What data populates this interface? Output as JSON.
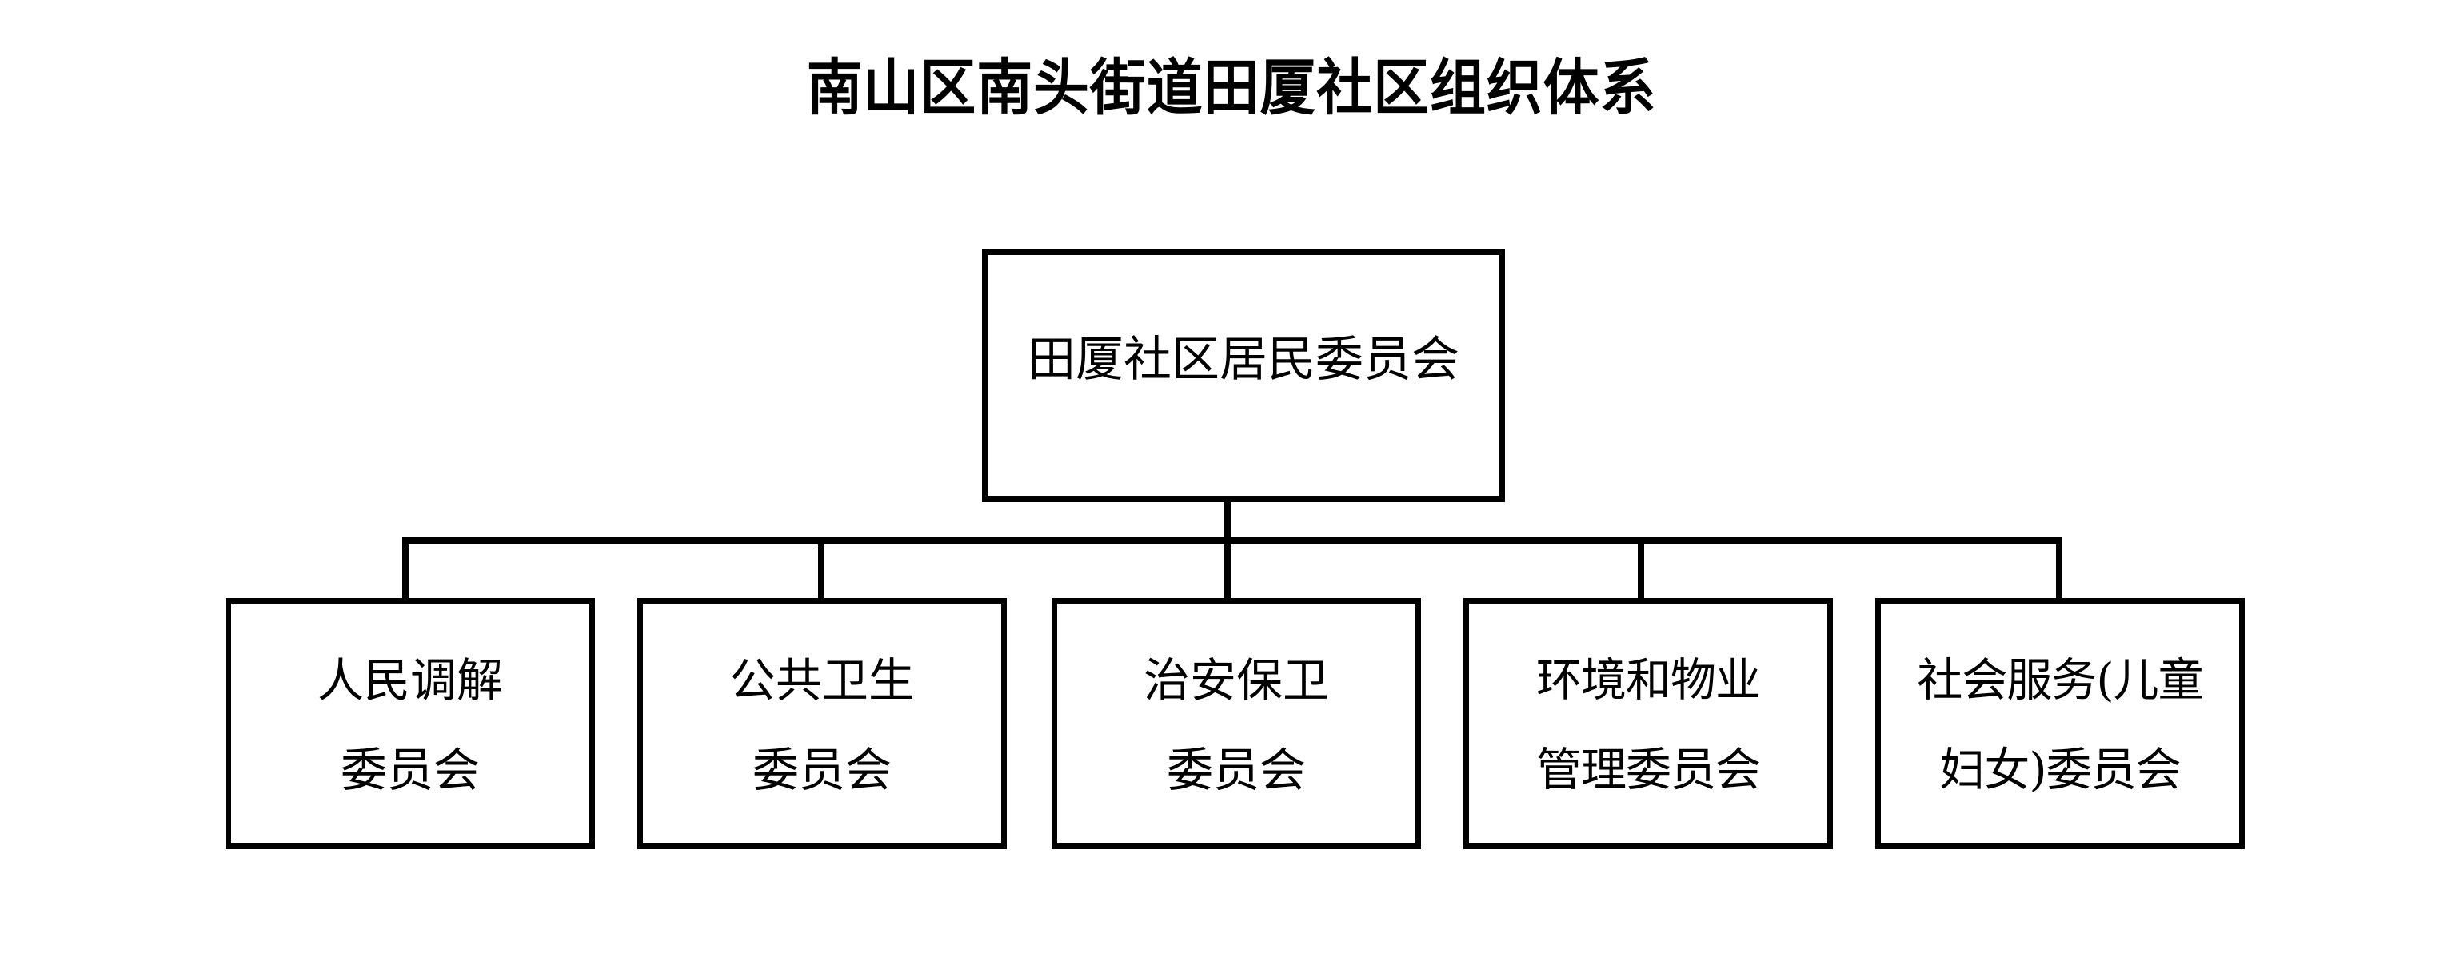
{
  "chart_data": {
    "type": "diagram",
    "diagram_kind": "organization-chart",
    "title": "南山区南头街道田厦社区组织体系",
    "orientation": "top-down",
    "levels": 2,
    "root": {
      "id": "root",
      "label": "田厦社区居民委员会",
      "lines": [
        "田厦社区居民委员会"
      ]
    },
    "children": [
      {
        "id": "c0",
        "label": "人民调解委员会",
        "lines": [
          "人民调解",
          "委员会"
        ]
      },
      {
        "id": "c1",
        "label": "公共卫生委员会",
        "lines": [
          "公共卫生",
          "委员会"
        ]
      },
      {
        "id": "c2",
        "label": "治安保卫委员会",
        "lines": [
          "治安保卫",
          "委员会"
        ]
      },
      {
        "id": "c3",
        "label": "环境和物业管理委员会",
        "lines": [
          "环境和物业",
          "管理委员会"
        ]
      },
      {
        "id": "c4",
        "label": "社会服务(儿童妇女)委员会",
        "lines": [
          "社会服务(儿童",
          "妇女)委员会"
        ]
      }
    ],
    "edges": [
      {
        "from": "root",
        "to": "c0"
      },
      {
        "from": "root",
        "to": "c1"
      },
      {
        "from": "root",
        "to": "c2"
      },
      {
        "from": "root",
        "to": "c3"
      },
      {
        "from": "root",
        "to": "c4"
      }
    ],
    "colors": {
      "background": "#ffffff",
      "box_border": "#000000",
      "box_fill": "#ffffff",
      "text": "#000000",
      "connector": "#000000"
    }
  },
  "title": {
    "text": "南山区南头街道田厦社区组织体系"
  },
  "root": {
    "line1": "田厦社区居民委员会"
  },
  "children": [
    {
      "line1": "人民调解",
      "line2": "委员会"
    },
    {
      "line1": "公共卫生",
      "line2": "委员会"
    },
    {
      "line1": "治安保卫",
      "line2": "委员会"
    },
    {
      "line1": "环境和物业",
      "line2": "管理委员会"
    },
    {
      "line1": "社会服务(儿童",
      "line2": "妇女)委员会"
    }
  ]
}
